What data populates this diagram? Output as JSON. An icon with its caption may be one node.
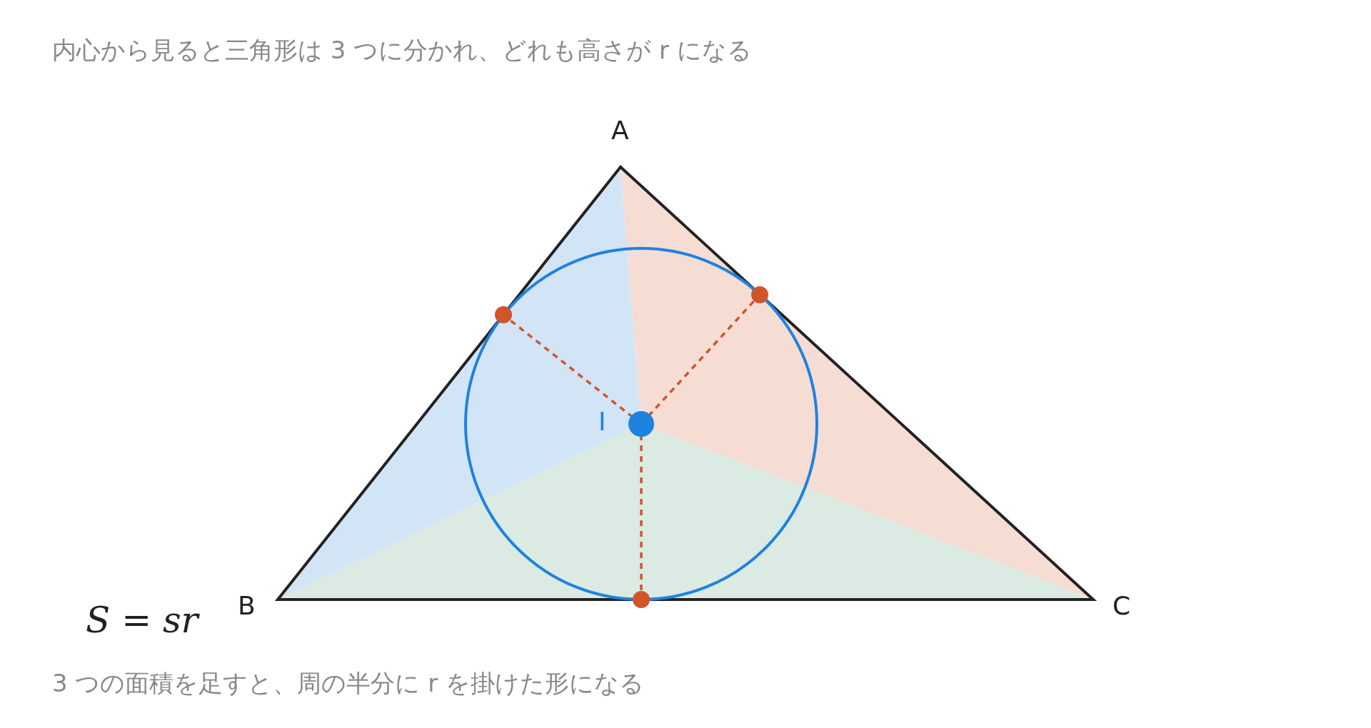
{
  "diagram": {
    "title": "内心から見ると三角形は 3 つに分かれ、どれも高さが r になる",
    "caption": "3 つの面積を足すと、周の半分に r を掛けた形になる",
    "labels": [
      "A",
      "I",
      "B",
      "C",
      "*S* = *sr*"
    ]
  }
}
